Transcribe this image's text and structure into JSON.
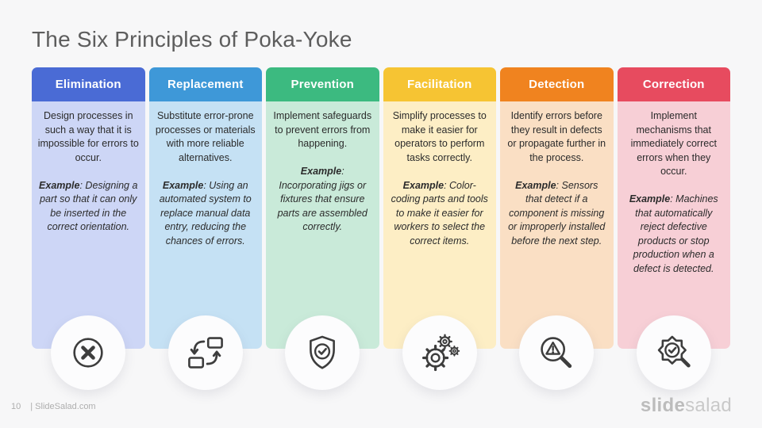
{
  "slide": {
    "title": "The Six Principles of Poka-Yoke",
    "page_number": "10",
    "footer_brand": "| SlideSalad.com",
    "logo": {
      "bold": "slide",
      "light": "salad"
    }
  },
  "principles": [
    {
      "name": "Elimination",
      "description": "Design processes in such a way that it is impossible for errors to occur.",
      "example_label": "Example",
      "example_text": ": Designing a part so that it can only be inserted in the correct orientation.",
      "icon": "x-circle-icon",
      "colors": {
        "header": "#4a6bd5",
        "body": "#cdd6f6"
      }
    },
    {
      "name": "Replacement",
      "description": "Substitute error-prone processes or materials with more reliable alternatives.",
      "example_label": "Example",
      "example_text": ": Using an automated system to replace manual data entry, reducing the chances of errors.",
      "icon": "swap-arrows-icon",
      "colors": {
        "header": "#3e98d8",
        "body": "#c5e1f4"
      }
    },
    {
      "name": "Prevention",
      "description": "Implement safeguards to prevent errors from happening.",
      "example_label": "Example",
      "example_text": ": Incorporating jigs or fixtures that ensure parts are assembled correctly.",
      "icon": "shield-check-icon",
      "colors": {
        "header": "#3cba80",
        "body": "#c9ead9"
      }
    },
    {
      "name": "Facilitation",
      "description": "Simplify processes to make it easier for operators to perform tasks correctly.",
      "example_label": "Example",
      "example_text": ": Color-coding parts and tools to make it easier for workers to select the correct items.",
      "icon": "gears-icon",
      "colors": {
        "header": "#f6c433",
        "body": "#fdeec5"
      }
    },
    {
      "name": "Detection",
      "description": "Identify errors before they result in defects or propagate further in the process.",
      "example_label": "Example",
      "example_text": ": Sensors that detect if a component is missing or improperly installed before the next step.",
      "icon": "magnifier-warning-icon",
      "colors": {
        "header": "#f0831f",
        "body": "#fadfc4"
      }
    },
    {
      "name": "Correction",
      "description": "Implement mechanisms that immediately correct errors when they occur.",
      "example_label": "Example",
      "example_text": ": Machines that automatically reject defective products or stop production when a defect is detected.",
      "icon": "badge-check-magnifier-icon",
      "colors": {
        "header": "#e74b5f",
        "body": "#f7cfd6"
      }
    }
  ]
}
